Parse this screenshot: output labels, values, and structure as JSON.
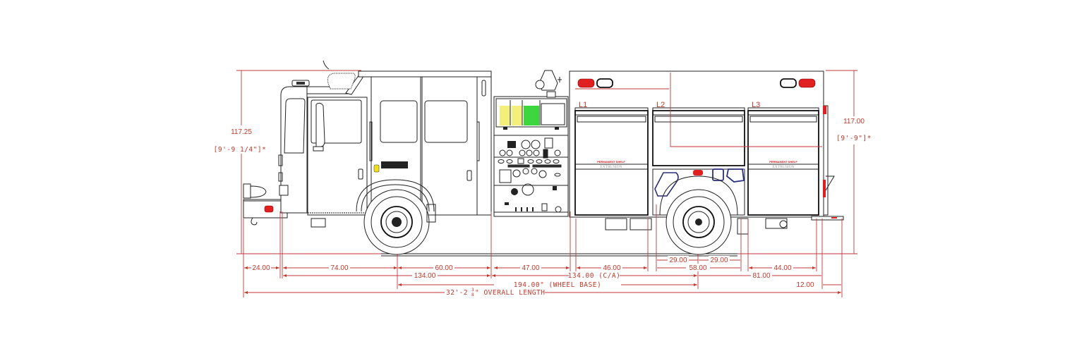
{
  "drawing": {
    "title": "Fire apparatus side elevation with dimensions",
    "units": "inches",
    "colors": {
      "dimension": "#c0392b",
      "linework": "#222222",
      "warning_light": "#e02020",
      "tank_yellow": "#f2ef7a",
      "tank_green": "#3ed63e",
      "compartment_blue": "#2a2f7a",
      "badge_yellow": "#f2e01a"
    },
    "heights": {
      "front": {
        "value": "117.25",
        "imperial": "[9'-9 1/4\"]*"
      },
      "rear": {
        "value": "117.00",
        "imperial": "[9'-9\"]*"
      }
    },
    "row1": [
      {
        "id": "front-overhang",
        "value": "24.00"
      },
      {
        "id": "cab-front",
        "value": "74.00"
      },
      {
        "id": "cab-rear",
        "value": "60.00"
      },
      {
        "id": "pump-panel",
        "value": "47.00"
      },
      {
        "id": "compartment-l1",
        "value": "46.00"
      },
      {
        "id": "axle-front-half",
        "value": "29.00"
      },
      {
        "id": "axle-rear-half",
        "value": "29.00"
      },
      {
        "id": "compartment-l3",
        "value": "44.00"
      }
    ],
    "row2": [
      {
        "id": "cab-total",
        "value": "134.00"
      },
      {
        "id": "rear-wheel-well",
        "value": "58.00"
      }
    ],
    "row3": [
      {
        "id": "cab-to-axle",
        "value": "134.00 (C/A)"
      },
      {
        "id": "rear-overhang-body",
        "value": "81.00"
      }
    ],
    "row4": [
      {
        "id": "wheel-base",
        "value": "194.00\" (WHEEL BASE)"
      },
      {
        "id": "step-extension",
        "value": "12.00"
      }
    ],
    "overall": {
      "value": "32'-2 3/8\" OVERALL LENGTH",
      "prefix": "32'-2",
      "frac_num": "3",
      "frac_den": "8",
      "suffix": "\" OVERALL LENGTH"
    },
    "compartments": [
      {
        "label": "L1",
        "strip_top": "PERMANENT SHELF",
        "strip_bottom": "EXTRUSION"
      },
      {
        "label": "L2"
      },
      {
        "label": "L3",
        "strip_top": "PERMANENT SHELF",
        "strip_bottom": "EXTRUSION"
      }
    ]
  }
}
